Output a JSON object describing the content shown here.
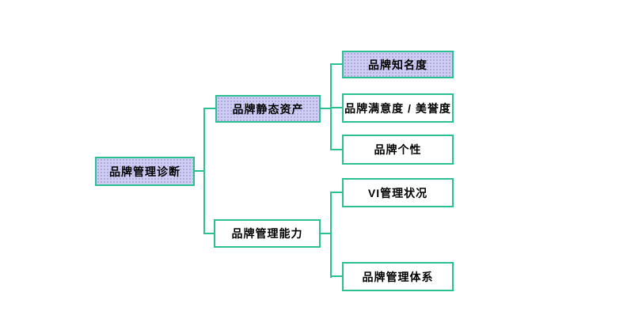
{
  "diagram": {
    "type": "tree",
    "root": {
      "label": "品牌管理诊断",
      "highlighted": true
    },
    "branches": [
      {
        "label": "品牌静态资产",
        "highlighted": true,
        "children": [
          {
            "label": "品牌知名度",
            "highlighted": true
          },
          {
            "label": "品牌满意度 / 美誉度",
            "highlighted": false
          },
          {
            "label": "品牌个性",
            "highlighted": false
          }
        ]
      },
      {
        "label": "品牌管理能力",
        "highlighted": false,
        "children": [
          {
            "label": "VI管理状况",
            "highlighted": false
          },
          {
            "label": "品牌管理体系",
            "highlighted": false
          }
        ]
      }
    ],
    "colors": {
      "connector": "#2bbf92",
      "box_border": "#2bbf92",
      "highlight_fill": "#cfcdf2",
      "highlight_dot": "#a39fdd",
      "plain_fill": "#ffffff",
      "text": "#000000",
      "background": "#ffffff"
    }
  }
}
